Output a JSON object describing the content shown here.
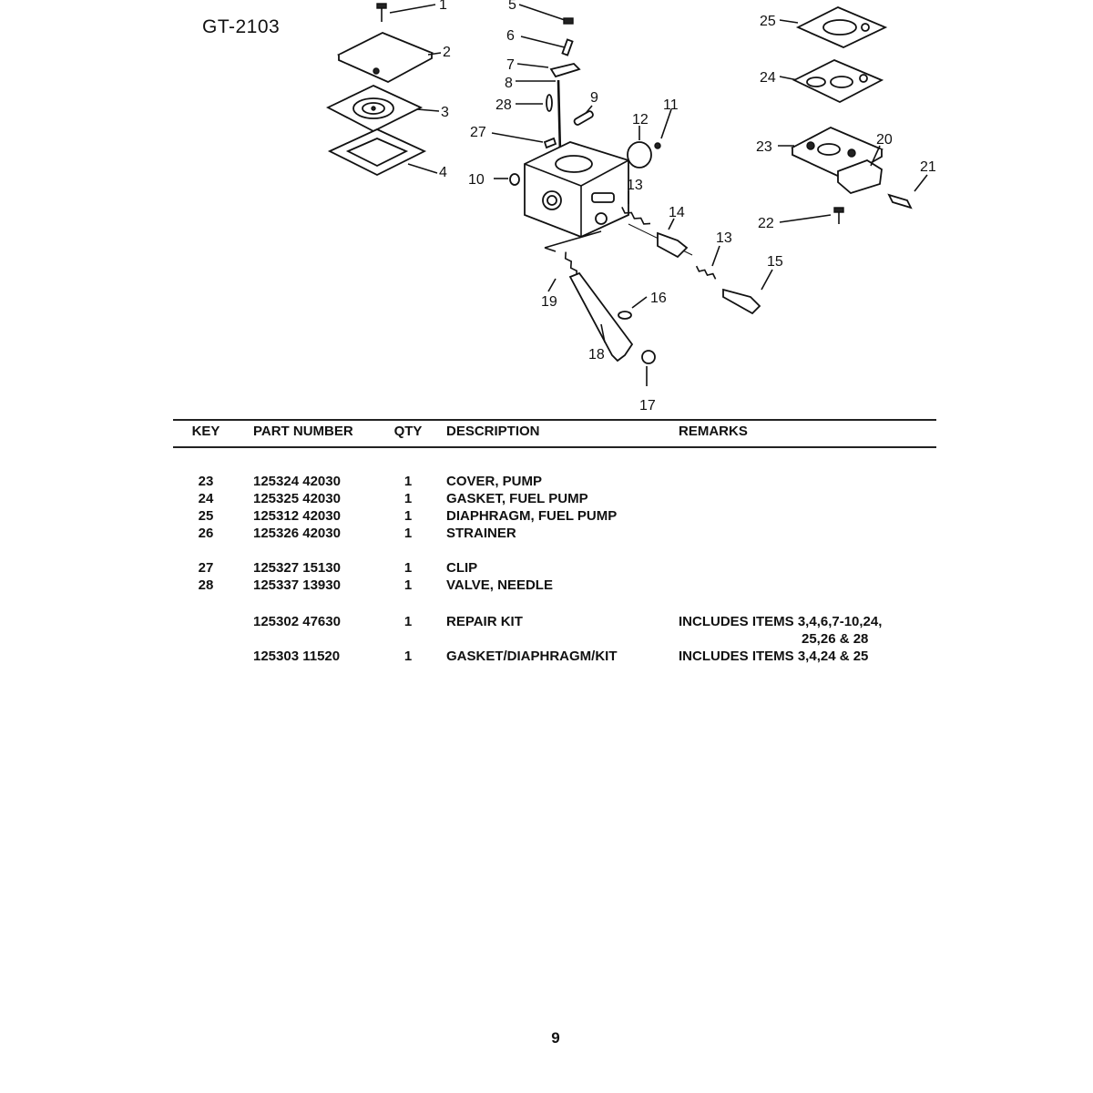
{
  "header": {
    "model": "GT-2103"
  },
  "diagram": {
    "callouts": [
      "1",
      "2",
      "3",
      "4",
      "5",
      "6",
      "7",
      "8",
      "28",
      "9",
      "27",
      "10",
      "12",
      "11",
      "13",
      "14",
      "13",
      "15",
      "16",
      "19",
      "18",
      "17",
      "25",
      "24",
      "23",
      "20",
      "21",
      "22"
    ]
  },
  "table": {
    "headers": {
      "key": "KEY",
      "part": "PART NUMBER",
      "qty": "QTY",
      "desc": "DESCRIPTION",
      "remarks": "REMARKS"
    },
    "rows": [
      {
        "key": "23",
        "part": "125324 42030",
        "qty": "1",
        "desc": "COVER, PUMP",
        "remarks": "",
        "remarks2": ""
      },
      {
        "key": "24",
        "part": "125325 42030",
        "qty": "1",
        "desc": "GASKET, FUEL PUMP",
        "remarks": "",
        "remarks2": ""
      },
      {
        "key": "25",
        "part": "125312 42030",
        "qty": "1",
        "desc": "DIAPHRAGM, FUEL PUMP",
        "remarks": "",
        "remarks2": ""
      },
      {
        "key": "26",
        "part": "125326 42030",
        "qty": "1",
        "desc": "STRAINER",
        "remarks": "",
        "remarks2": ""
      },
      {
        "key": "27",
        "part": "125327 15130",
        "qty": "1",
        "desc": "CLIP",
        "remarks": "",
        "remarks2": ""
      },
      {
        "key": "28",
        "part": "125337 13930",
        "qty": "1",
        "desc": "VALVE, NEEDLE",
        "remarks": "",
        "remarks2": ""
      },
      {
        "key": "",
        "part": "125302 47630",
        "qty": "1",
        "desc": "REPAIR KIT",
        "remarks": "INCLUDES ITEMS 3,4,6,7-10,24,",
        "remarks2": "25,26 & 28"
      },
      {
        "key": "",
        "part": "125303 11520",
        "qty": "1",
        "desc": "GASKET/DIAPHRAGM/KIT",
        "remarks": "INCLUDES ITEMS 3,4,24 & 25",
        "remarks2": ""
      }
    ]
  },
  "footer": {
    "page_number": "9"
  }
}
